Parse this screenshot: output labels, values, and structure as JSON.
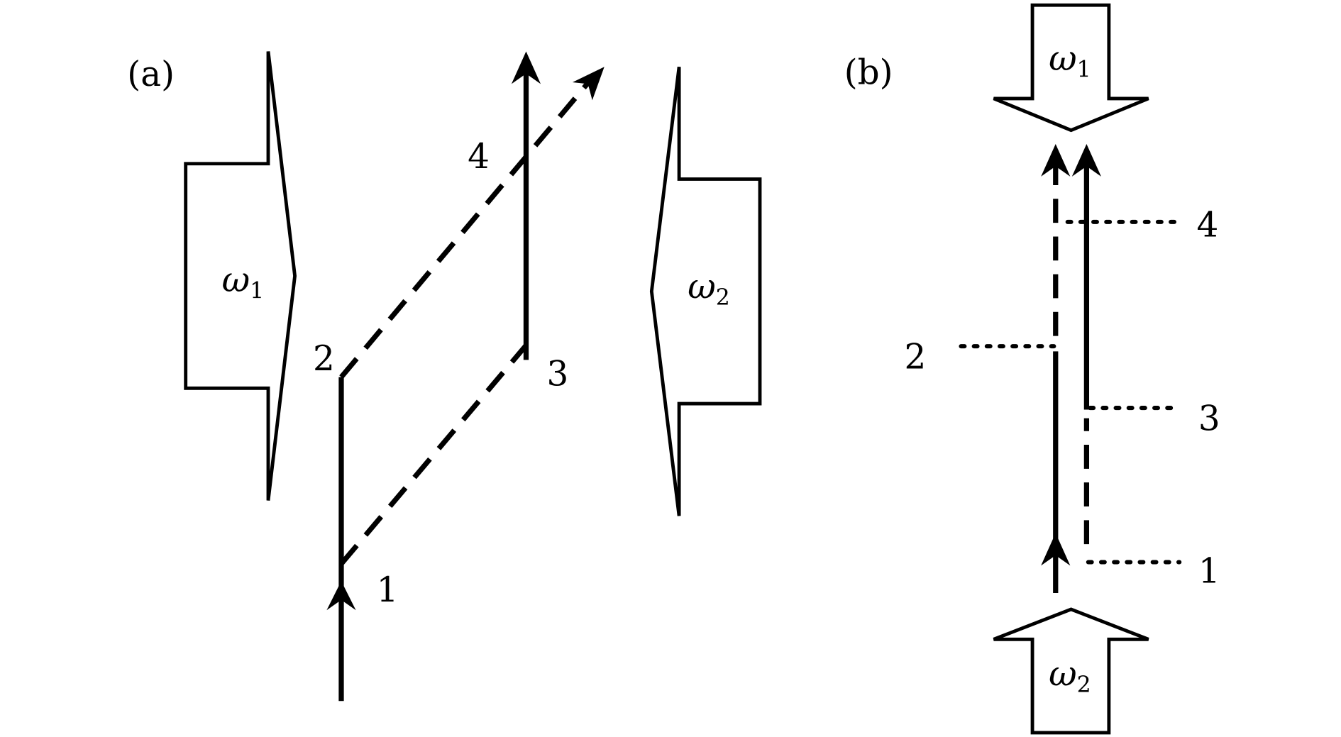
{
  "panel_a": {
    "label": "(a)",
    "beam1": {
      "symbol": "ω",
      "subscript": "1"
    },
    "beam2": {
      "symbol": "ω",
      "subscript": "2"
    },
    "points": [
      "1",
      "2",
      "3",
      "4"
    ]
  },
  "panel_b": {
    "label": "(b)",
    "beam1": {
      "symbol": "ω",
      "subscript": "1"
    },
    "beam2": {
      "symbol": "ω",
      "subscript": "2"
    },
    "points": [
      "1",
      "2",
      "3",
      "4"
    ]
  }
}
